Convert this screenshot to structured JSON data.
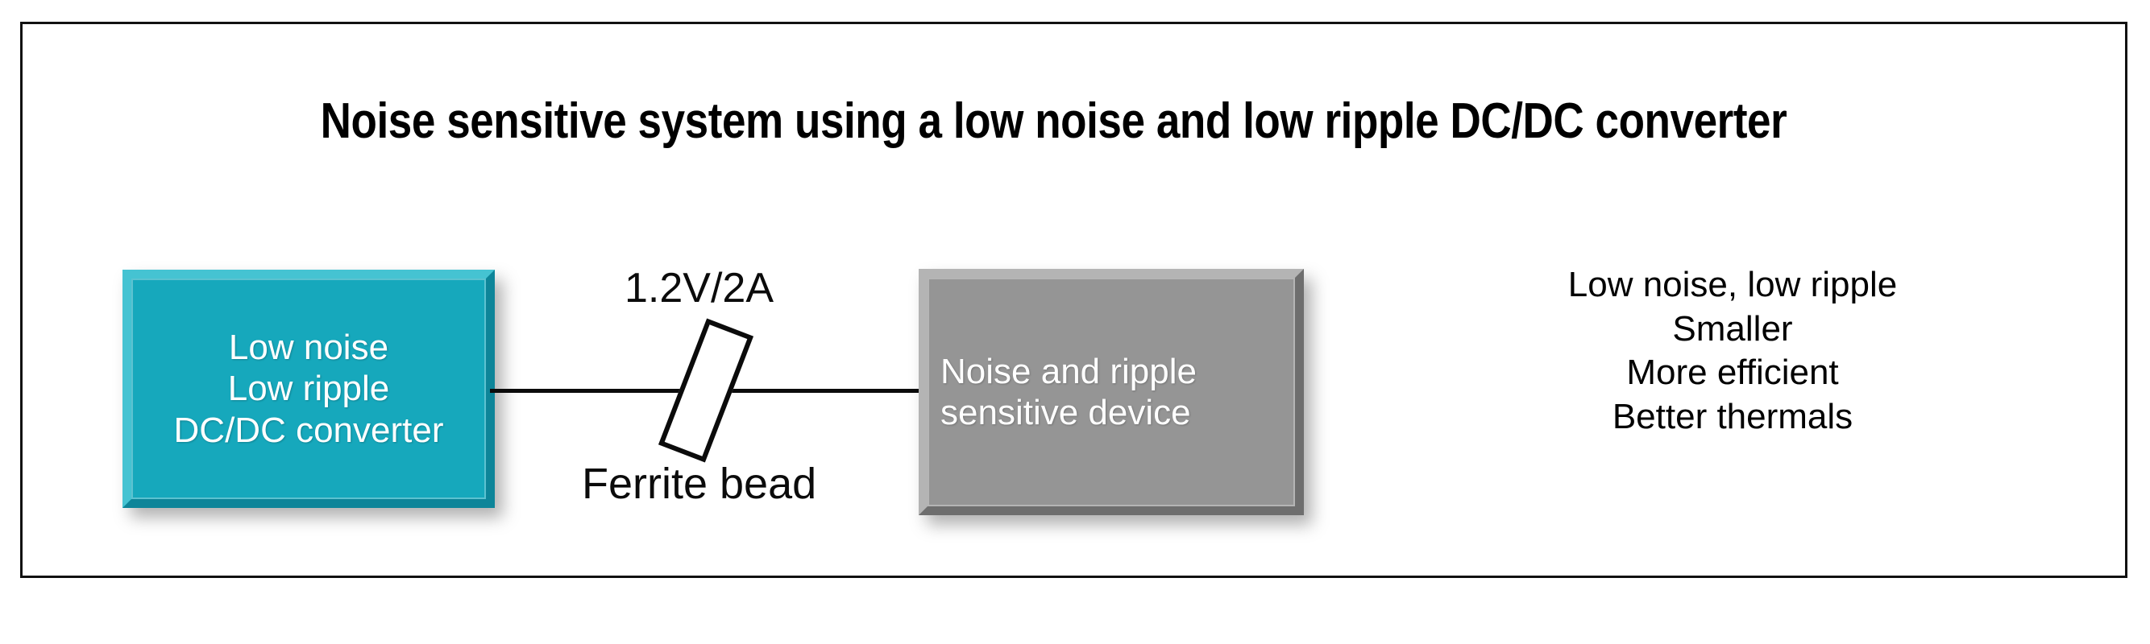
{
  "figure": {
    "title": "Noise sensitive system using a low noise and low ripple DC/DC converter",
    "background_color": "#FFFFFF",
    "frame_color": "#111111"
  },
  "blocks": {
    "converter": {
      "label": "Low noise\nLow ripple\nDC/DC converter",
      "fill_color": "#16A8BC",
      "text_color": "#FFFFFF"
    },
    "device": {
      "label": "Noise and ripple\nsensitive device",
      "fill_color": "#959595",
      "text_color": "#FFFFFF"
    }
  },
  "connection": {
    "rail_label": "1.2V/2A",
    "component_label": "Ferrite bead",
    "wire_color": "#0B0B0B"
  },
  "benefits": {
    "items": [
      "Low noise, low ripple",
      "Smaller",
      "More efficient",
      "Better thermals"
    ]
  }
}
